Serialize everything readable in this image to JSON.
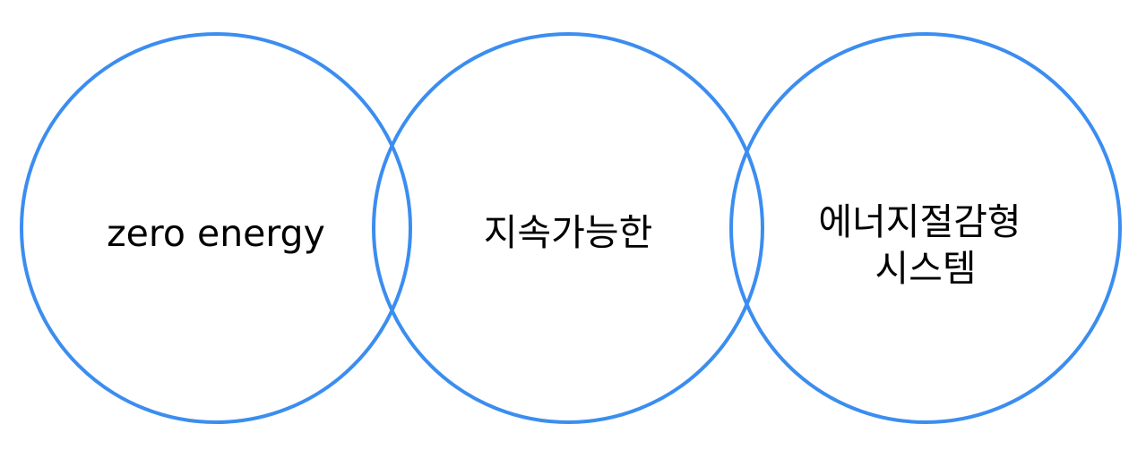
{
  "colors": {
    "circle_stroke": "#3b8df0",
    "label_text": "#000000",
    "background": "#ffffff"
  },
  "circles": [
    {
      "lines": [
        "zero energy"
      ]
    },
    {
      "lines": [
        "지속가능한"
      ]
    },
    {
      "lines": [
        "에너지절감형",
        "시스템"
      ]
    }
  ]
}
